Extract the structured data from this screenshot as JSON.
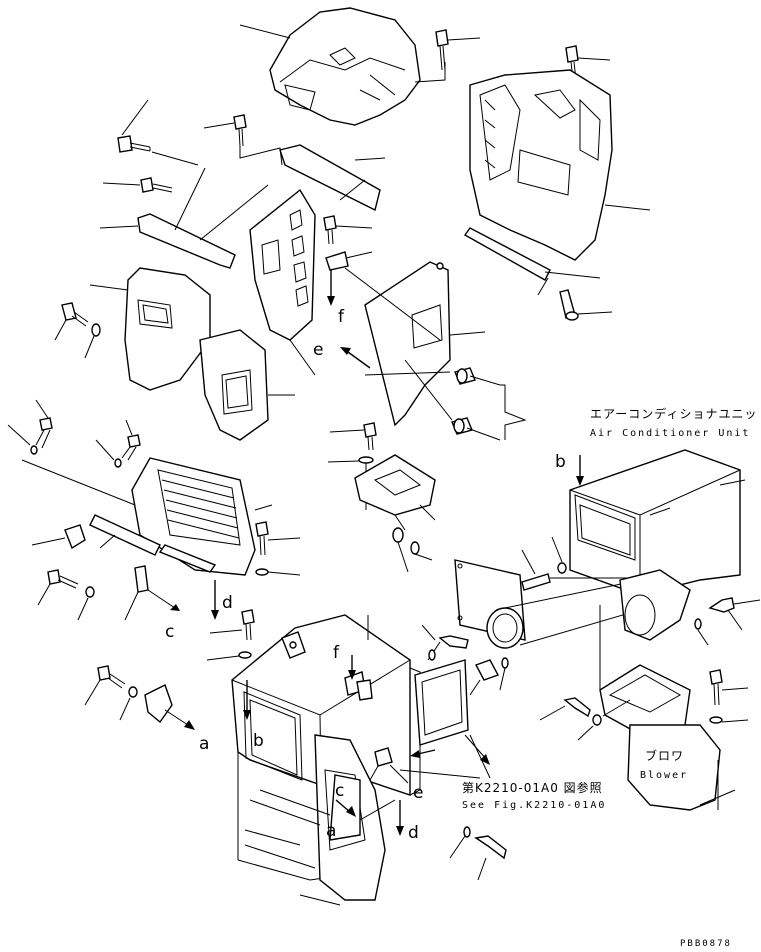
{
  "labels": {
    "air_conditioner_jp": "エアーコンディショナユニット",
    "air_conditioner_en": "Air Conditioner Unit",
    "blower_jp": "ブロワ",
    "blower_en": "Blower",
    "see_fig_jp": "第K2210-01A0 図参照",
    "see_fig_en": "See Fig.K2210-01A0",
    "drawing_no": "PBB0878"
  },
  "reference_letters": [
    "a",
    "b",
    "c",
    "d",
    "e",
    "f"
  ]
}
